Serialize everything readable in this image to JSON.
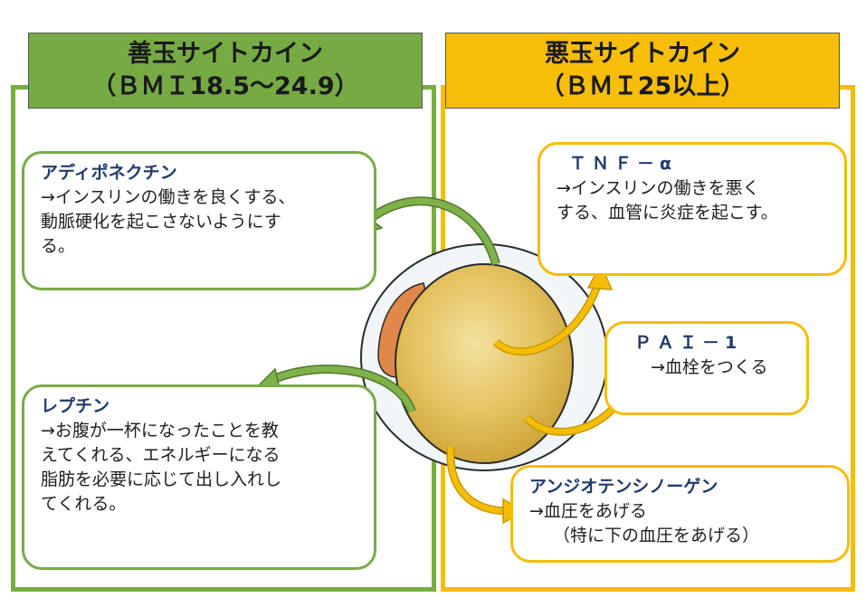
{
  "good": {
    "header_line1": "善玉サイトカイン",
    "header_line2": "（ＢＭＩ18.5～24.9）",
    "items": [
      {
        "title": "アディポネクチン",
        "lines": [
          "→インスリンの働きを良くする、",
          "動脈硬化を起こさないようにす",
          "る。"
        ]
      },
      {
        "title": "レプチン",
        "lines": [
          "→お腹が一杯になったことを教",
          "えてくれる、エネルギーになる",
          "脂肪を必要に応じて出し入れし",
          "てくれる。"
        ]
      }
    ]
  },
  "bad": {
    "header_line1": "悪玉サイトカイン",
    "header_line2": "（ＢＭＩ25以上）",
    "items": [
      {
        "title": "ＴＮＦ－α",
        "lines": [
          "→インスリンの働きを悪く",
          "する、血管に炎症を起こす。"
        ]
      },
      {
        "title": "ＰＡＩ－1",
        "lines": [
          "→血栓をつくる"
        ]
      },
      {
        "title": "アンジオテンシノーゲン",
        "lines": [
          "→血圧をあげる",
          "（特に下の血圧をあげる）"
        ]
      }
    ]
  },
  "colors": {
    "good": "#78ac45",
    "bad": "#f5bd07",
    "title_text": "#1f3a6e"
  },
  "icons": [
    "fat-cell-icon",
    "arrow-icon"
  ]
}
